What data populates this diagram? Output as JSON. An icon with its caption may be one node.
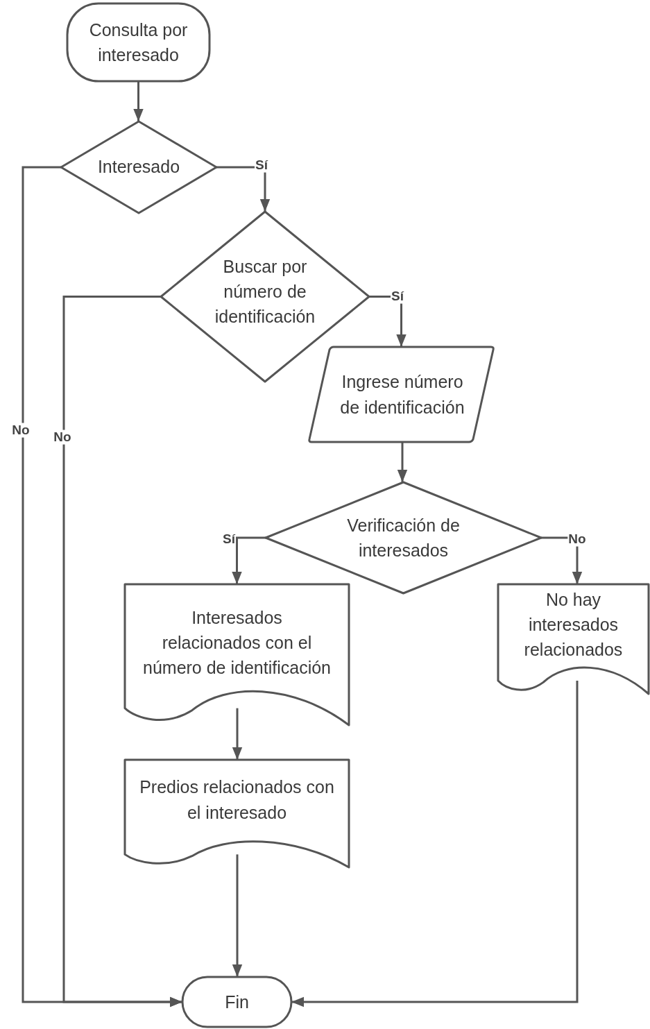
{
  "diagram": {
    "nodes": [
      {
        "text": [
          "Consulta por interesado"
        ]
      },
      {
        "text": [
          "Interesado"
        ]
      },
      {
        "text": [
          "Buscar por número de identificación"
        ]
      },
      {
        "text": [
          "Ingrese número de identificación"
        ]
      },
      {
        "text": [
          "Verificación de interesados"
        ]
      },
      {
        "text": [
          "Interesados relacionados con el número de identificación"
        ]
      },
      {
        "text": [
          "No hay interesados relacionados"
        ]
      },
      {
        "text": [
          "Predios relacionados con el interesado"
        ]
      },
      {
        "text": [
          "Fin"
        ]
      }
    ],
    "edges": [
      {
        "from": 0,
        "to": 1,
        "arrow": "to"
      },
      {
        "from": 1,
        "to": 2,
        "arrow": "to",
        "label": "Sí"
      },
      {
        "from": 1,
        "to": 8,
        "arrow": "to",
        "label": "No"
      },
      {
        "from": 2,
        "to": 3,
        "arrow": "to",
        "label": "Sí"
      },
      {
        "from": 2,
        "to": 8,
        "arrow": "to",
        "label": "No"
      },
      {
        "from": 3,
        "to": 4,
        "arrow": "to"
      },
      {
        "from": 4,
        "to": 5,
        "arrow": "to",
        "label": "Sí"
      },
      {
        "from": 4,
        "to": 6,
        "arrow": "to",
        "label": "No"
      },
      {
        "from": 5,
        "to": 7,
        "arrow": "to"
      },
      {
        "from": 7,
        "to": 8,
        "arrow": "to"
      },
      {
        "from": 6,
        "to": 8,
        "arrow": "to"
      }
    ]
  }
}
